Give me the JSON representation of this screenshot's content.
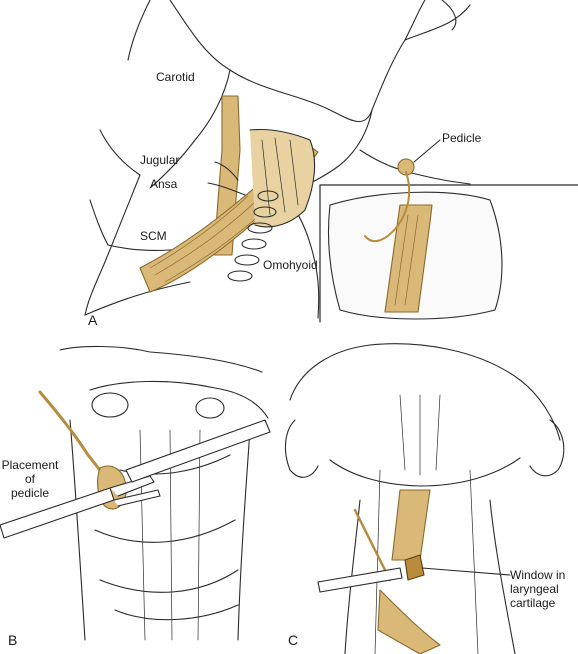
{
  "panels": {
    "a": "A",
    "b": "B",
    "c": "C"
  },
  "labels": {
    "carotid": "Carotid",
    "jugular": "Jugular",
    "ansa": "Ansa",
    "scm": "SCM",
    "omohyoid": "Omohyoid",
    "pedicle": "Pedicle",
    "placement_line1": "Placement",
    "placement_line2": "of",
    "placement_line3": "pedicle",
    "window_line1": "Window in",
    "window_line2": "laryngeal",
    "window_line3": "cartilage"
  },
  "colors": {
    "tissue": "#d9b878",
    "tissue_dark": "#b88c3c",
    "line": "#2a2a2a"
  }
}
